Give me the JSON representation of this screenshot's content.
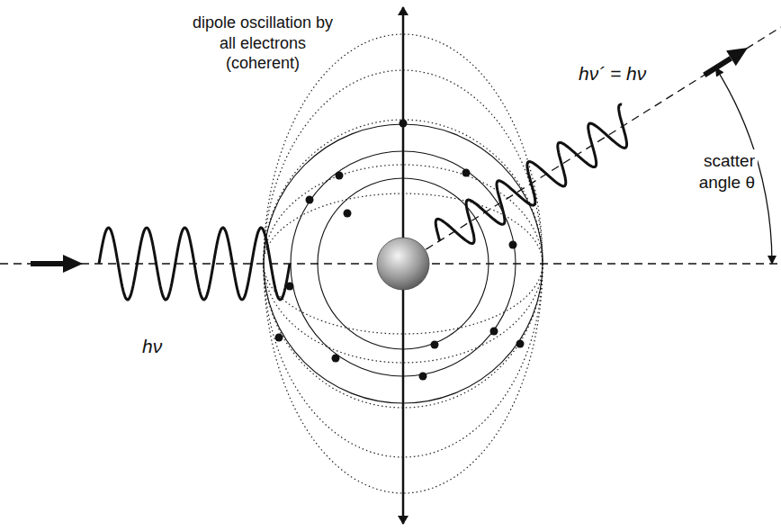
{
  "diagram": {
    "labels": [
      "dipole oscillation by all electrons (coherent)",
      "hν",
      "hν´ = hν",
      "scatter angle θ"
    ]
  }
}
